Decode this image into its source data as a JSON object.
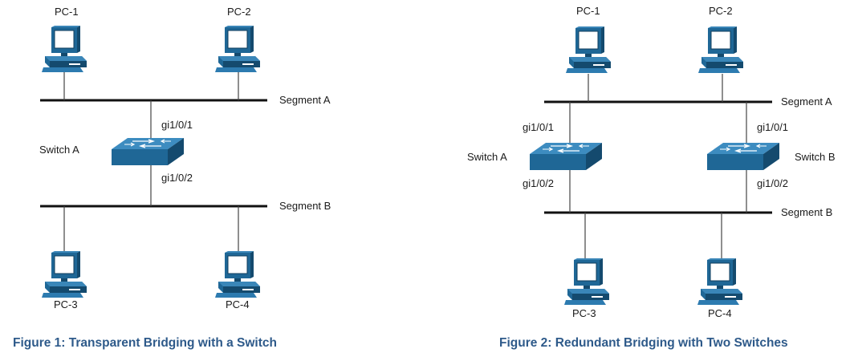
{
  "colors": {
    "accent": "#1f6796",
    "caption": "#2e5a8a",
    "line": "#111111"
  },
  "figure1": {
    "pc_top_left": "PC-1",
    "pc_top_right": "PC-2",
    "pc_bottom_left": "PC-3",
    "pc_bottom_right": "PC-4",
    "segment_a": "Segment A",
    "segment_b": "Segment B",
    "switch": "Switch A",
    "port_top": "gi1/0/1",
    "port_bottom": "gi1/0/2",
    "caption": "Figure 1: Transparent Bridging with a Switch"
  },
  "figure2": {
    "pc_top_left": "PC-1",
    "pc_top_right": "PC-2",
    "pc_bottom_left": "PC-3",
    "pc_bottom_right": "PC-4",
    "segment_a": "Segment A",
    "segment_b": "Segment B",
    "switch_left": "Switch A",
    "switch_right": "Switch B",
    "left_port_top": "gi1/0/1",
    "left_port_bottom": "gi1/0/2",
    "right_port_top": "gi1/0/1",
    "right_port_bottom": "gi1/0/2",
    "caption": "Figure 2: Redundant Bridging with Two Switches"
  },
  "icons": {
    "pc": "desktop-computer-icon",
    "switch": "network-switch-icon"
  }
}
